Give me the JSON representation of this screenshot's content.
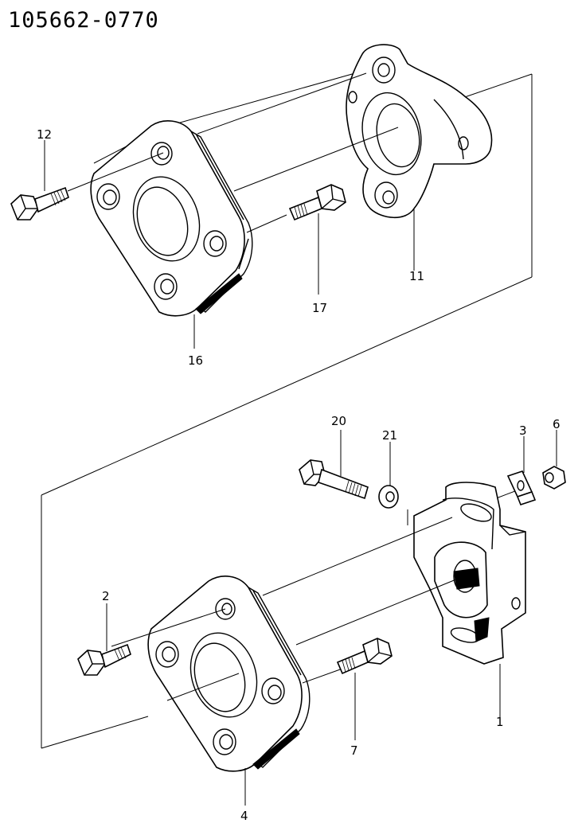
{
  "diagram": {
    "part_number": "105662-0770",
    "callouts": {
      "p12": "12",
      "p11": "11",
      "p16": "16",
      "p17": "17",
      "p20": "20",
      "p21": "21",
      "p3": "3",
      "p6": "6",
      "p2": "2",
      "p1": "1",
      "p7": "7",
      "p4": "4"
    }
  }
}
